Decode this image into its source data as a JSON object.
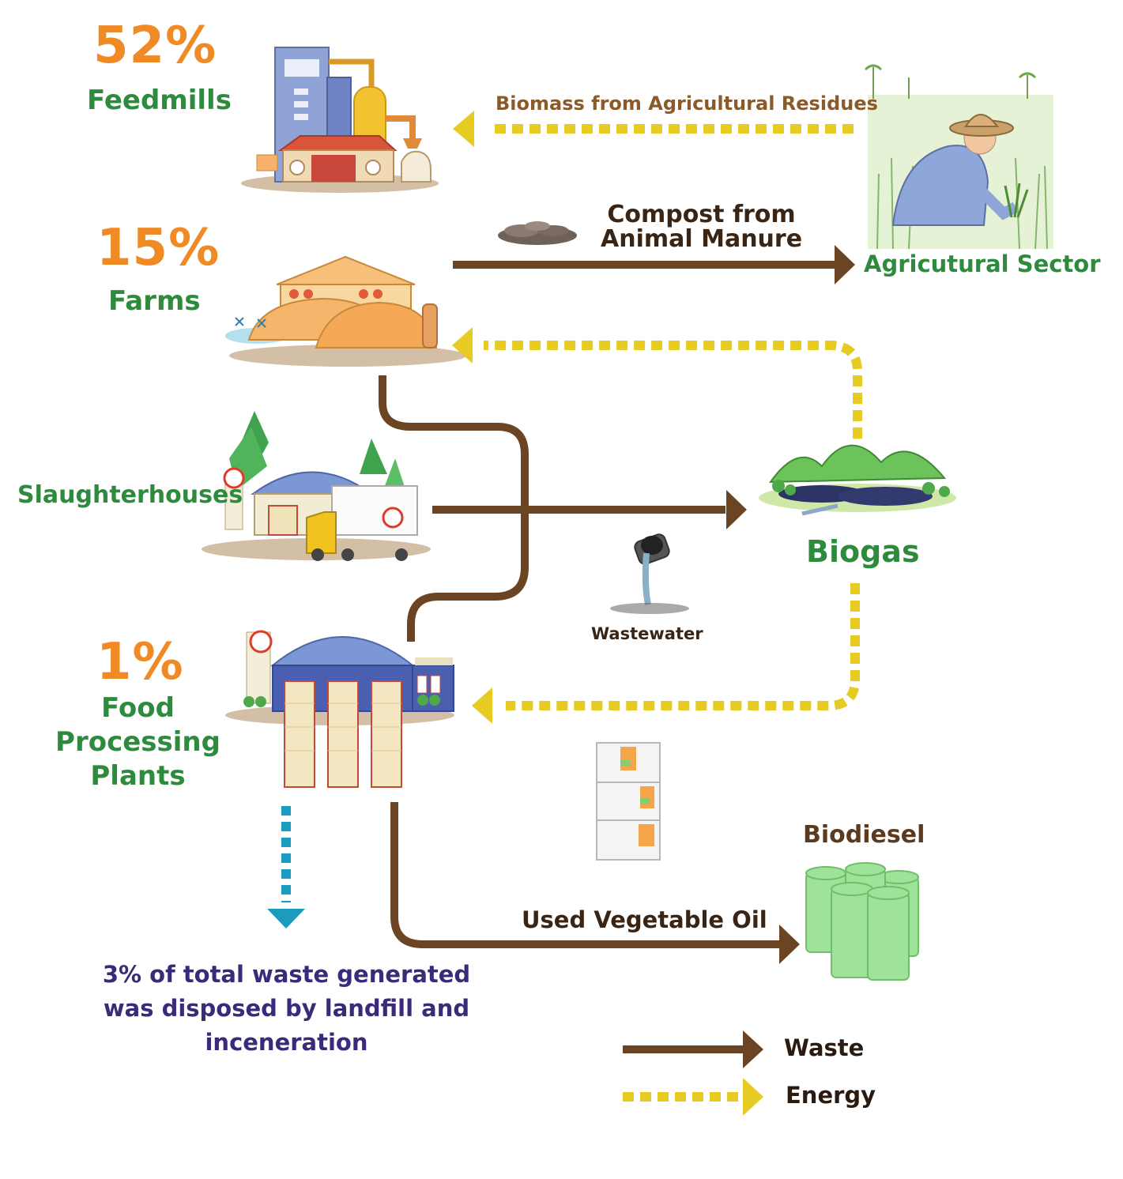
{
  "colors": {
    "waste": "#6b4423",
    "energy": "#e6cc22",
    "landfill": "#1a9bbf",
    "percent": "#f08a24",
    "entity": "#2e8b3e",
    "flow_text": "#5b3a1f",
    "note": "#3b2a7a"
  },
  "entities": {
    "feedmills": {
      "percent": "52%",
      "label": "Feedmills"
    },
    "farms": {
      "percent": "15%",
      "label": "Farms"
    },
    "slaughterhouses": {
      "label": "Slaughterhouses"
    },
    "food_plants": {
      "percent": "1%",
      "label_lines": [
        "Food",
        "Processing",
        "Plants"
      ]
    },
    "agricultural_sector": {
      "label": "Agricutural Sector"
    },
    "biogas": {
      "label": "Biogas"
    },
    "biodiesel": {
      "label": "Biodiesel"
    }
  },
  "flows": {
    "biomass": "Biomass from Agricultural Residues",
    "compost_lines": [
      "Compost from",
      "Animal Manure"
    ],
    "wastewater": "Wastewater",
    "used_oil": "Used Vegetable Oil"
  },
  "note_lines": [
    "3% of total waste generated",
    "was disposed by landfill and",
    "inceneration"
  ],
  "legend": {
    "waste": "Waste",
    "energy": "Energy"
  },
  "icons": [
    "feedmill-icon",
    "farm-icon",
    "slaughterhouse-icon",
    "food-plant-icon",
    "farmer-field-icon",
    "biogas-pond-icon",
    "wastewater-pipe-icon",
    "packaging-boxes-icon",
    "biodiesel-barrels-icon",
    "compost-pile-icon"
  ]
}
